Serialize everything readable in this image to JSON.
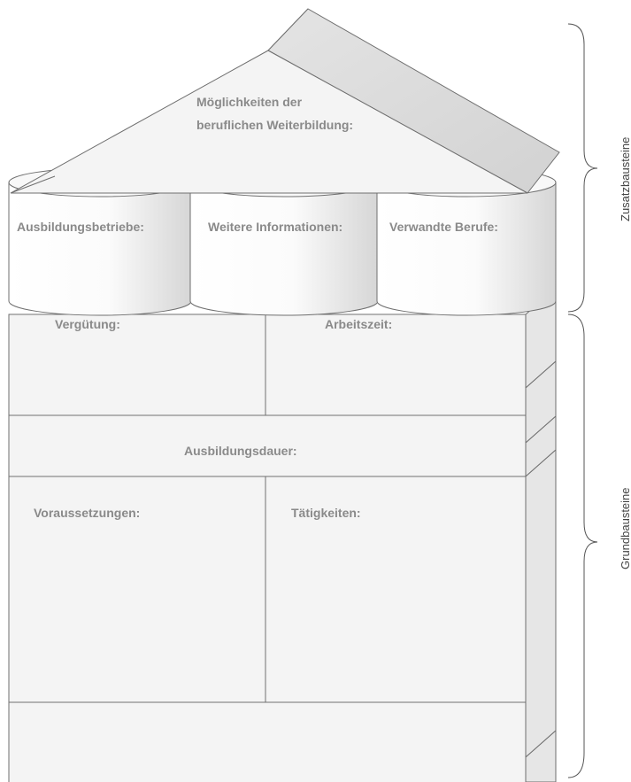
{
  "roof": {
    "line1": "Möglichkeiten der",
    "line2": "beruflichen Weiterbildung:"
  },
  "pillars": [
    {
      "label": "Ausbildungsbetriebe:"
    },
    {
      "label": "Weitere Informationen:"
    },
    {
      "label": "Verwandte Berufe:"
    }
  ],
  "blocks": {
    "verguetung": "Vergütung:",
    "arbeitszeit": "Arbeitszeit:",
    "ausbildungsdauer": "Ausbildungsdauer:",
    "voraussetzungen": "Voraussetzungen:",
    "taetigkeiten": "Tätigkeiten:"
  },
  "braces": {
    "top": "Zusatzbausteine",
    "bottom": "Grundbausteine"
  },
  "colors": {
    "stroke": "#6f6f6f",
    "face": "#f4f4f4",
    "side": "#e6e6e6",
    "roof_side": "#dedede",
    "text": "#8a8a8a"
  }
}
